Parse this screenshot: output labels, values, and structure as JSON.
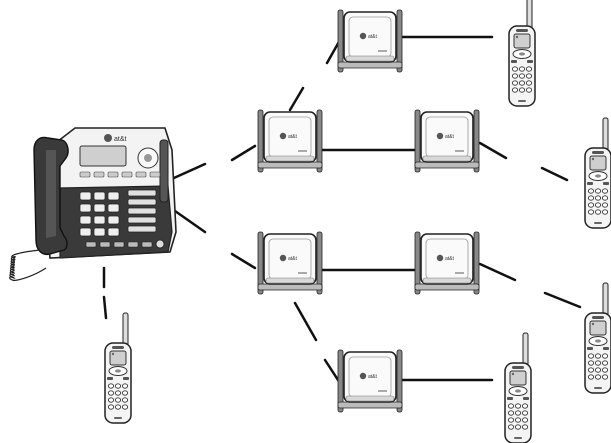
{
  "brand": "at&t",
  "colors": {
    "body_dark": "#3a3a3a",
    "body_mid": "#8a8a8a",
    "body_light": "#e6e6e6",
    "display": "#cfcfcf",
    "line": "#111111",
    "outline": "#222222"
  },
  "nodes": {
    "base": {
      "kind": "corded-base-station"
    },
    "repeaters": [
      {
        "id": "repeater-1"
      },
      {
        "id": "repeater-2"
      },
      {
        "id": "repeater-3"
      },
      {
        "id": "repeater-4"
      },
      {
        "id": "repeater-5"
      },
      {
        "id": "repeater-6"
      }
    ],
    "handsets": [
      {
        "id": "handset-1"
      },
      {
        "id": "handset-2"
      },
      {
        "id": "handset-3"
      },
      {
        "id": "handset-4"
      },
      {
        "id": "handset-5"
      }
    ]
  }
}
